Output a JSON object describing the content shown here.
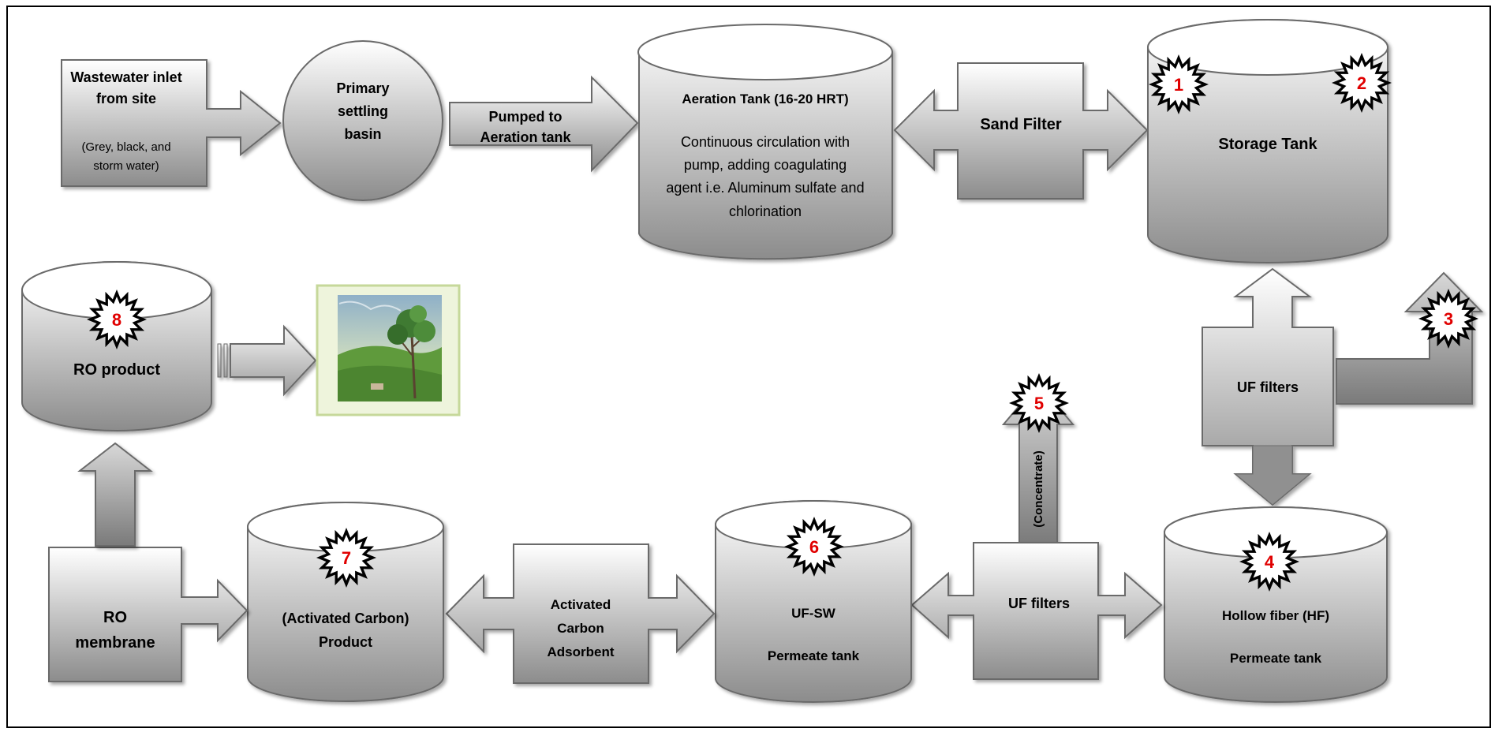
{
  "inlet": {
    "title_line1": "Wastewater inlet",
    "title_line2": "from site",
    "sub_line1": "(Grey, black, and",
    "sub_line2": "storm water)"
  },
  "primary": {
    "line1": "Primary",
    "line2": "settling",
    "line3": "basin"
  },
  "pump": {
    "line1": "Pumped to",
    "line2": "Aeration tank"
  },
  "aeration": {
    "title": "Aeration Tank (16-20 HRT)",
    "line1": "Continuous circulation with",
    "line2": "pump, adding coagulating",
    "line3": "agent i.e. Aluminum sulfate and",
    "line4": "chlorination"
  },
  "sand_filter": {
    "label": "Sand Filter"
  },
  "storage": {
    "label": "Storage Tank"
  },
  "uf_filters_right": {
    "label": "UF filters"
  },
  "hollow_fiber": {
    "line1": "Hollow fiber (HF)",
    "line2": "Permeate tank"
  },
  "uf_filters_bottom": {
    "label": "UF filters"
  },
  "concentrate": {
    "label": "(Concentrate)"
  },
  "uf_sw": {
    "line1": "UF-SW",
    "line2": "Permeate tank"
  },
  "activated_carbon": {
    "line1": "Activated",
    "line2": "Carbon",
    "line3": "Adsorbent"
  },
  "ac_product": {
    "line1": "(Activated Carbon)",
    "line2": "Product"
  },
  "ro_membrane": {
    "line1": "RO",
    "line2": "membrane"
  },
  "ro_product": {
    "label": "RO product"
  },
  "badges": {
    "b1": "1",
    "b2": "2",
    "b3": "3",
    "b4": "4",
    "b5": "5",
    "b6": "6",
    "b7": "7",
    "b8": "8"
  },
  "colors": {
    "accent_red": "#e00000",
    "outline": "#6b6b6b",
    "frame": "#000000"
  }
}
